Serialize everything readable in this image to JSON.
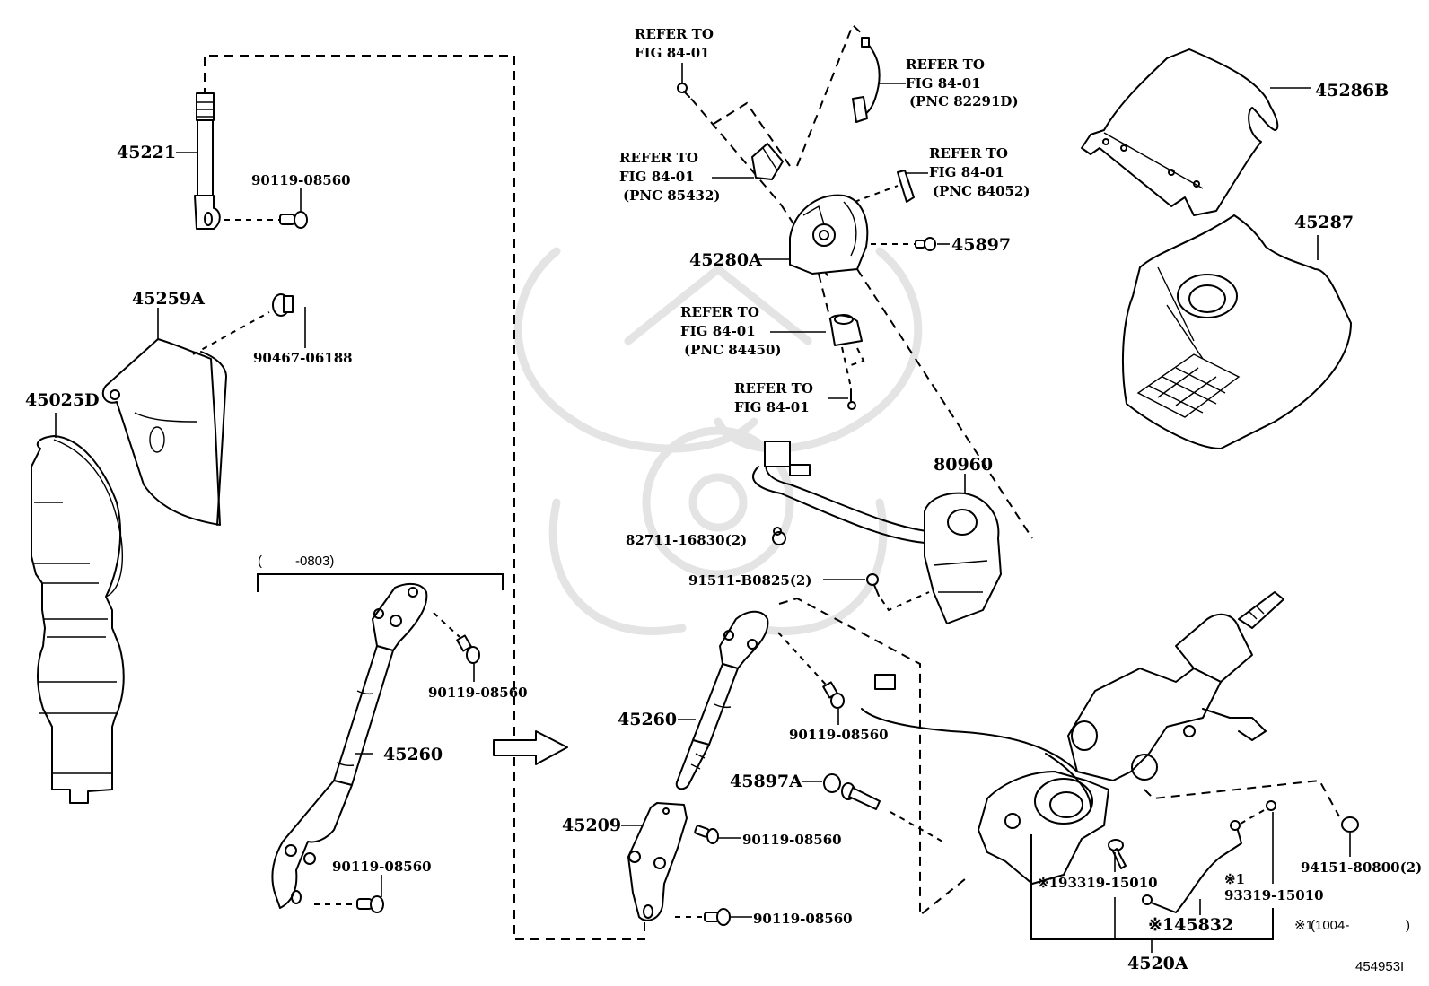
{
  "diagram": {
    "title": "Steering column & shaft exploded parts diagram",
    "figure_id": "454953I",
    "parts": {
      "p45221": "45221",
      "p90119_top": "90119-08560",
      "p45259A": "45259A",
      "p90467": "90467-06188",
      "p45025D": "45025D",
      "range_open": "(",
      "range_value": "-0803)",
      "p45260_left": "45260",
      "p90119_left_upper": "90119-08560",
      "p90119_left_lower": "90119-08560",
      "p45280A": "45280A",
      "p45897": "45897",
      "p80960": "80960",
      "p82711": "82711-16830(2)",
      "p91511": "91511-B0825(2)",
      "p45260_right": "45260",
      "p90119_right_mid": "90119-08560",
      "p45897A": "45897A",
      "p45209": "45209",
      "p90119_right_a": "90119-08560",
      "p90119_right_b": "90119-08560",
      "p45286B": "45286B",
      "p45287": "45287",
      "p94151": "94151-80800(2)",
      "p93319_a": "※193319-15010",
      "p93319_b_mark": "※1",
      "p93319_b": "93319-15010",
      "p45832": "※145832",
      "p4520A": "4520A",
      "footnote_mark": "※1",
      "footnote_range": "(1004-",
      "footnote_close": ")"
    },
    "refs": [
      {
        "line1": "REFER TO",
        "line2": "FIG 84-01",
        "line3": ""
      },
      {
        "line1": "REFER TO",
        "line2": "FIG 84-01",
        "line3": "(PNC 82291D)"
      },
      {
        "line1": "REFER TO",
        "line2": "FIG 84-01",
        "line3": "(PNC 85432)"
      },
      {
        "line1": "REFER TO",
        "line2": "FIG 84-01",
        "line3": "(PNC 84052)"
      },
      {
        "line1": "REFER TO",
        "line2": "FIG 84-01",
        "line3": "(PNC 84450)"
      },
      {
        "line1": "REFER TO",
        "line2": "FIG 84-01",
        "line3": ""
      }
    ]
  }
}
